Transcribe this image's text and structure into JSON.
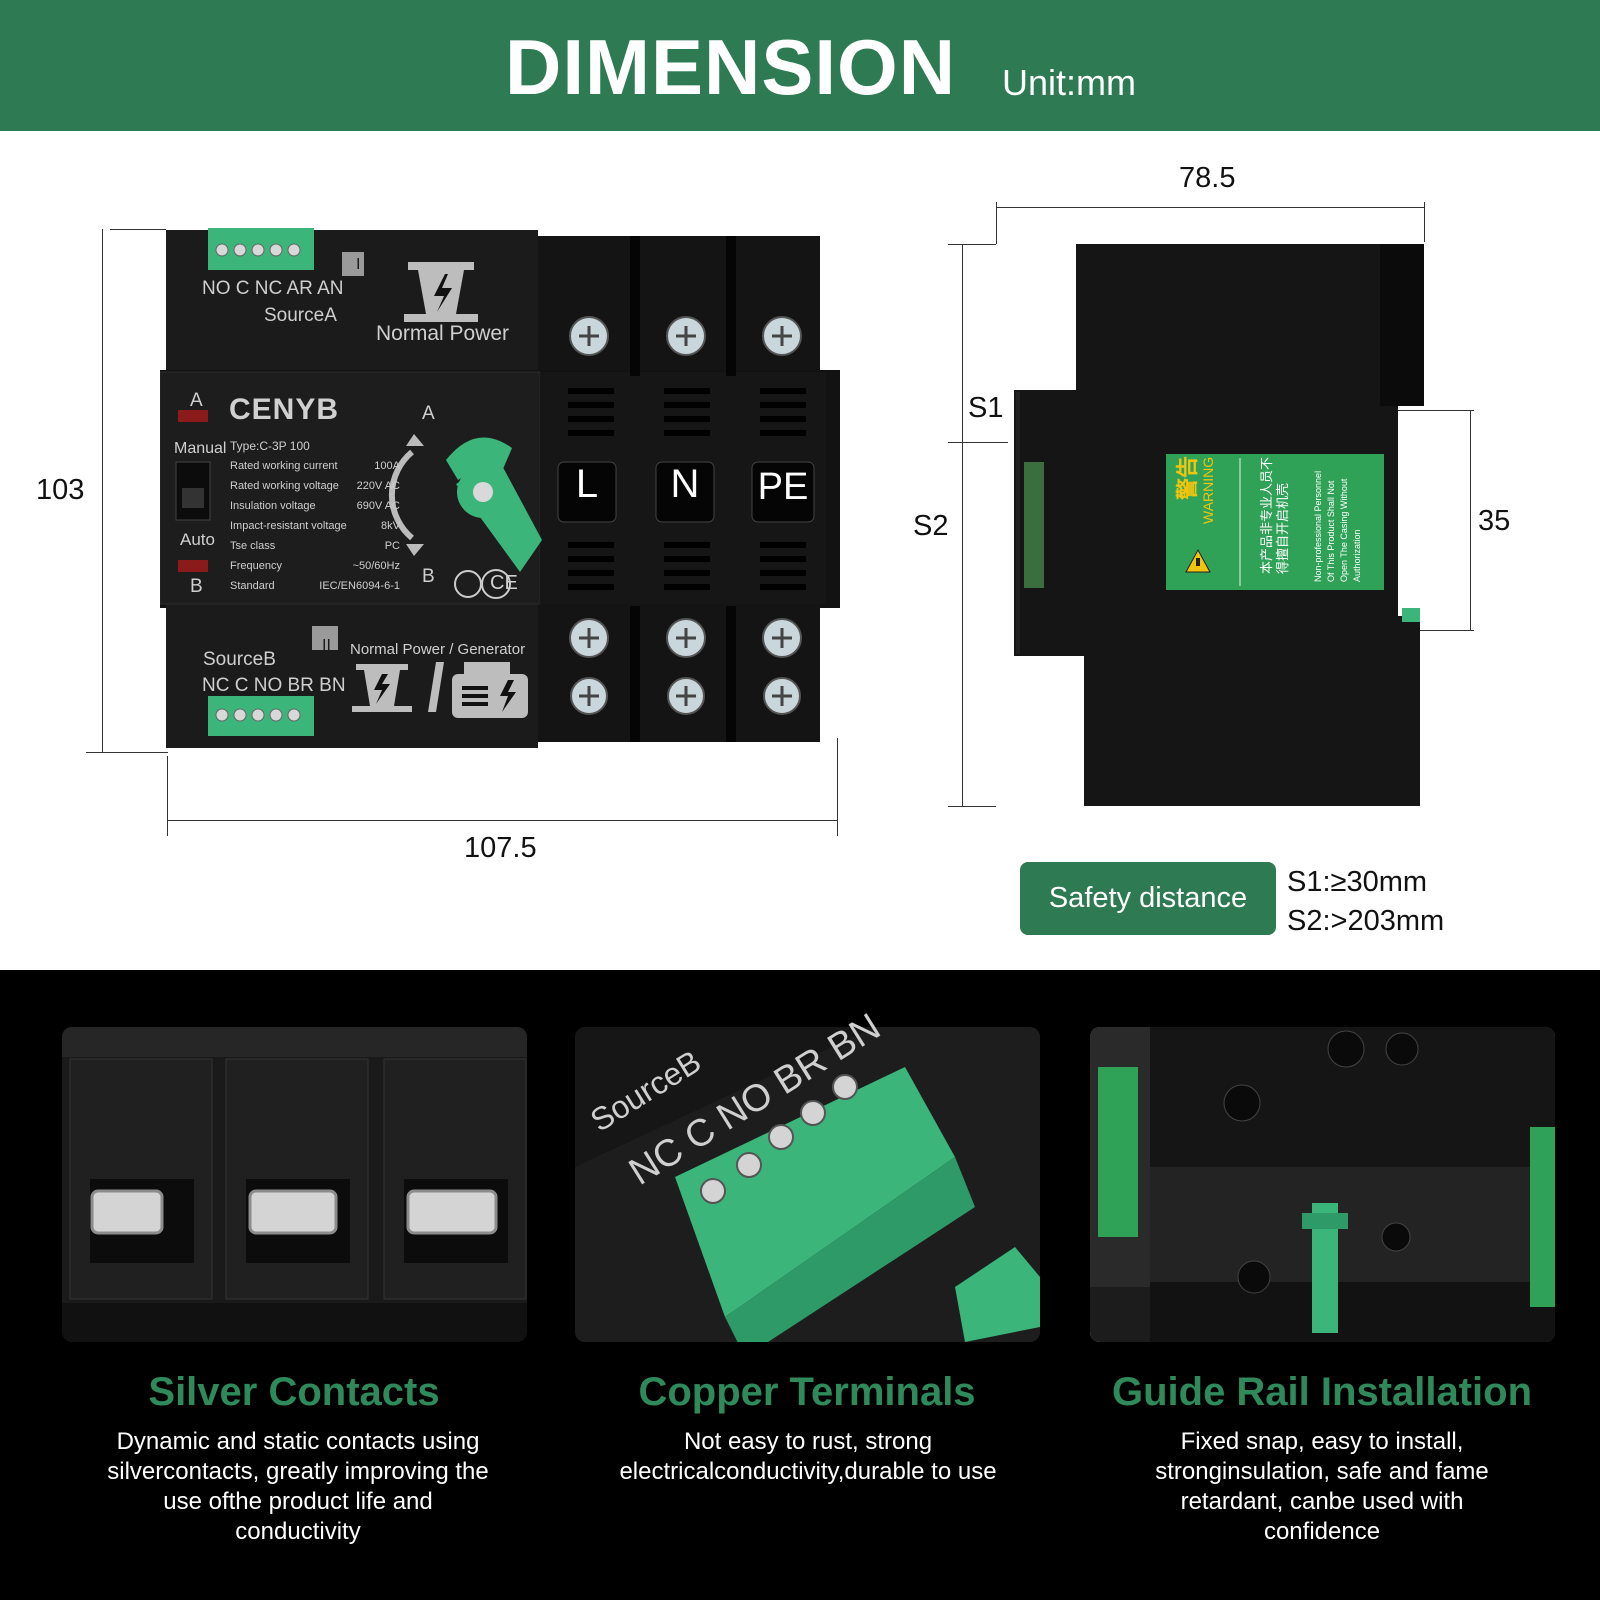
{
  "header": {
    "title": "DIMENSION",
    "unit": "Unit:mm"
  },
  "dimensions": {
    "height": "103",
    "width": "107.5",
    "depth": "78.5",
    "s1": "S1",
    "s2": "S2",
    "rail": "35"
  },
  "device": {
    "brand": "CENYB",
    "source_a_terminals": "NO C NC AR AN",
    "source_a": "SourceA",
    "normal_power": "Normal Power",
    "position_i": "I",
    "position_ii": "II",
    "label_a": "A",
    "label_b": "B",
    "manual": "Manual",
    "auto": "Auto",
    "source_b": "SourceB",
    "source_b_terminals": "NC C NO BR BN",
    "normal_generator": "Normal Power / Generator",
    "specs": [
      {
        "name": "Type:C-3P 100",
        "value": ""
      },
      {
        "name": "Rated working current",
        "value": "100A"
      },
      {
        "name": "Rated working voltage",
        "value": "220V AC"
      },
      {
        "name": "Insulation voltage",
        "value": "690V AC"
      },
      {
        "name": "Impact-resistant voltage",
        "value": "8kV"
      },
      {
        "name": "Tse class",
        "value": "PC"
      },
      {
        "name": "Frequency",
        "value": "~50/60Hz"
      },
      {
        "name": "Standard",
        "value": "IEC/EN6094-6-1"
      }
    ],
    "terminal_labels": [
      "L",
      "N",
      "PE"
    ],
    "cert_ce": "CE"
  },
  "warning_label": {
    "cn_title": "警告",
    "en_title": "WARNING",
    "cn_text": "本产品非专业人员不得擅自开启机壳",
    "en_text": "Non-professional Personnel Of This Product Shall Not Open The Casing Without Authorization"
  },
  "safety": {
    "label": "Safety distance",
    "s1": "S1:≥30mm",
    "s2": "S2:>203mm"
  },
  "features": [
    {
      "title": "Silver Contacts",
      "desc": "Dynamic and static contacts using silvercontacts, greatly improving the use ofthe product life and conductivity"
    },
    {
      "title": "Copper Terminals",
      "desc": "Not easy to rust, strong electricalconductivity,durable to use"
    },
    {
      "title": "Guide Rail Installation",
      "desc": "Fixed snap, easy to install, stronginsulation, safe and fame retardant, canbe used with confidence"
    }
  ],
  "photo2_text": {
    "source": "SourceB",
    "terminals": "NC C NO BR BN"
  },
  "colors": {
    "brand_green": "#2e7b53",
    "terminal_green": "#3bb57a",
    "title_green": "#2e8a5a",
    "device_black": "#1a1a1a"
  }
}
